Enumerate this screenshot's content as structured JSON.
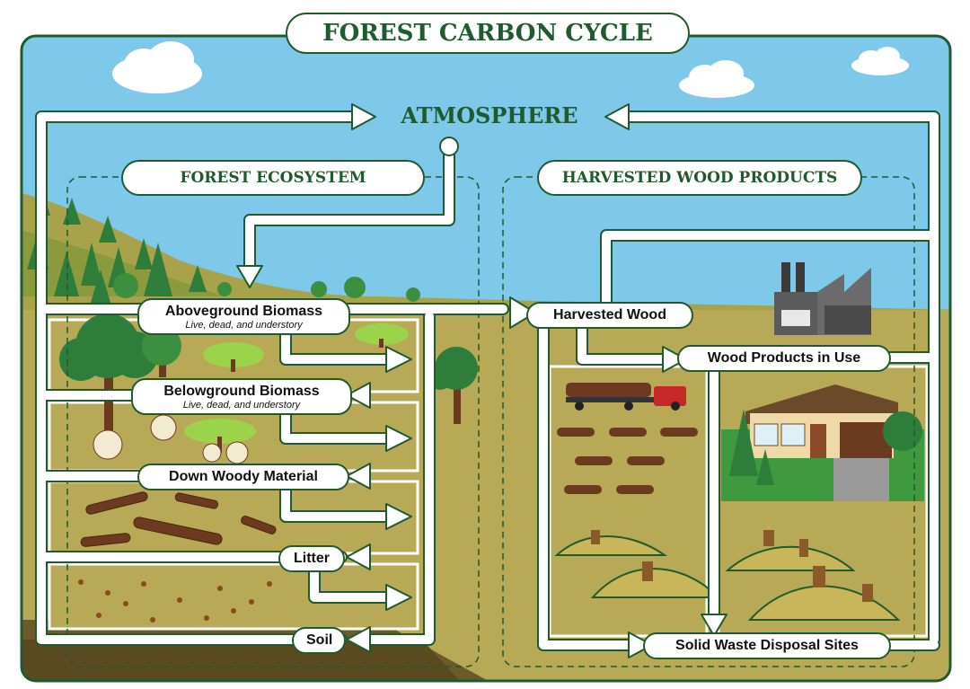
{
  "title": "FOREST CARBON CYCLE",
  "atmosphere": "ATMOSPHERE",
  "sections": {
    "forest": "FOREST ECOSYSTEM",
    "wood": "HARVESTED WOOD PRODUCTS"
  },
  "pools": {
    "aboveground": {
      "label": "Aboveground Biomass",
      "sub": "Live, dead, and understory"
    },
    "belowground": {
      "label": "Belowground Biomass",
      "sub": "Live, dead, and understory"
    },
    "down_woody": {
      "label": "Down Woody Material"
    },
    "litter": {
      "label": "Litter"
    },
    "soil": {
      "label": "Soil"
    },
    "harvested": {
      "label": "Harvested Wood"
    },
    "in_use": {
      "label": "Wood Products in Use"
    },
    "disposal": {
      "label": "Solid Waste Disposal Sites"
    }
  },
  "colors": {
    "sky": "#7ec8ea",
    "ground": "#b7a955",
    "dark_green": "#1f5b2e",
    "trunk": "#6b3a1f",
    "factory": "#5b5b5b"
  },
  "icons": [
    "cloud-icon",
    "tree-icon",
    "factory-icon",
    "log-truck-icon",
    "house-icon",
    "log-pile-icon",
    "landfill-icon"
  ]
}
